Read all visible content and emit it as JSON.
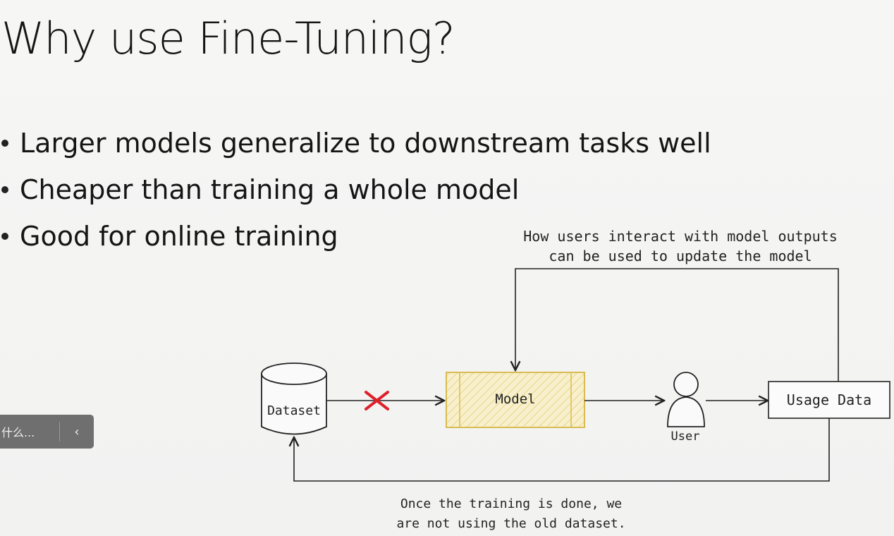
{
  "slide": {
    "title": "Why use Fine-Tuning?",
    "bullets": [
      "Larger models generalize to downstream tasks well",
      "Cheaper than training a whole model",
      "Good for online training"
    ]
  },
  "diagram": {
    "dataset_label": "Dataset",
    "model_label": "Model",
    "user_label": "User",
    "usage_label": "Usage Data",
    "top_note_line1": "How users interact with model outputs",
    "top_note_line2": "can be used to update the model",
    "bottom_note_line1": "Once the training is done, we",
    "bottom_note_line2": "are not using the old dataset.",
    "colors": {
      "model_border": "#e0c35a",
      "model_fill": "#f7edc2",
      "cross": "#e0202a",
      "line": "#222222"
    }
  },
  "overlay": {
    "search_text": "什么...",
    "back_icon": "chevron-left-icon",
    "back_glyph": "‹"
  }
}
